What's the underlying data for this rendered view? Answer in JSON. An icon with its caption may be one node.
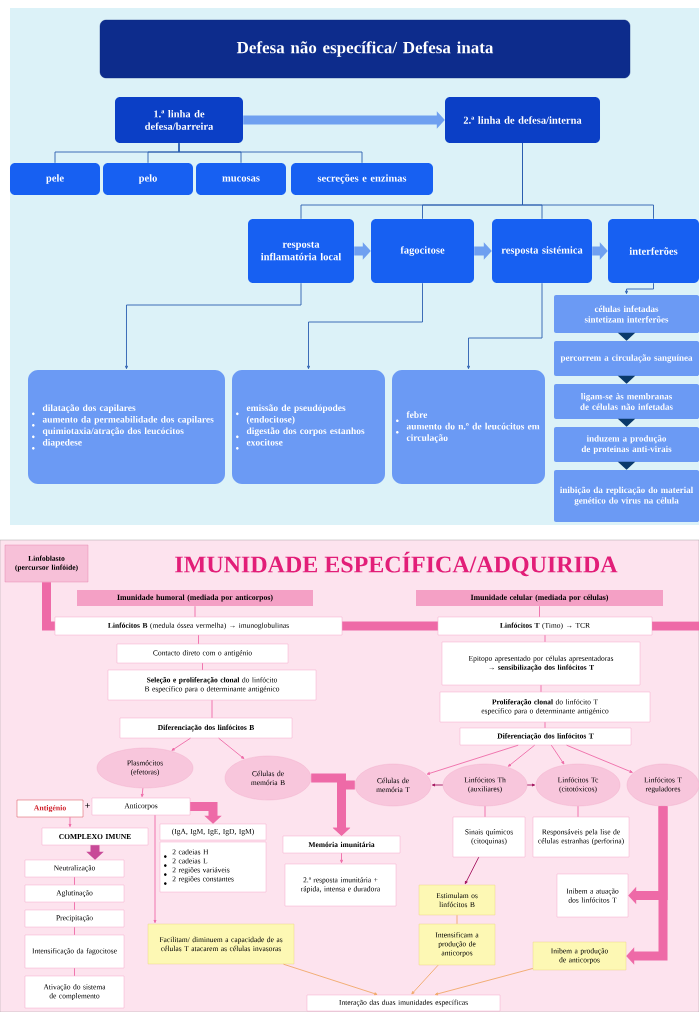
{
  "diagram": {
    "title": "IMUNIDADE ESPECÍFICA/ADQUIRIDA",
    "nodes": [
      {
        "text": [
          "Defesa não específica/ Defesa inata"
        ]
      },
      {
        "text": [
          "1.ª linha de defesa/barreira"
        ]
      },
      {
        "text": [
          "2.ª linha de defesa/interna"
        ]
      },
      {
        "text": [
          "pele"
        ]
      },
      {
        "text": [
          "pelo"
        ]
      },
      {
        "text": [
          "mucosas"
        ]
      },
      {
        "text": [
          "secreções e enzimas"
        ]
      },
      {
        "text": [
          "resposta inflamatória local"
        ]
      },
      {
        "text": [
          "fagocitose"
        ]
      },
      {
        "text": [
          "resposta sistémica"
        ]
      },
      {
        "text": [
          "interferões"
        ]
      },
      {
        "text": [
          "dilatação dos capilares",
          "aumento da permeabilidade dos capilares",
          "quimiotaxia/atração dos leucócitos",
          "diapedese"
        ]
      },
      {
        "text": [
          "emissão de pseudópodes (endocitose)",
          "digestão dos corpos estanhos",
          "exocitose"
        ]
      },
      {
        "text": [
          "febre",
          "aumento do n.º de leucócitos em circulação"
        ]
      },
      {
        "text": [
          "células infetadas sintetizam interferões"
        ]
      },
      {
        "text": [
          "percorrem a circulação sanguínea"
        ]
      },
      {
        "text": [
          "ligam-se às membranas de células não infetadas"
        ]
      },
      {
        "text": [
          "induzem a produção de proteínas anti-virais"
        ]
      },
      {
        "text": [
          "inibição da replicação do material genético do vírus na célula"
        ]
      },
      {
        "text": [
          "Linfoblasto (percursor linfóide)"
        ]
      },
      {
        "text": [
          "Imunidade humoral (mediada por anticorpos)"
        ]
      },
      {
        "text": [
          "Imunidade celular (mediada por células)"
        ]
      },
      {
        "text": [
          "**Linfócitos B** (medula óssea vermelha) → imunoglobulinas"
        ]
      },
      {
        "text": [
          "**Linfócitos T** (Timo) → TCR"
        ]
      },
      {
        "text": [
          "Contacto direto com o antigénio"
        ]
      },
      {
        "text": [
          "**Seleção e proliferação clonal** do linfócito B específico para o determinante antigénico"
        ]
      },
      {
        "text": [
          "Epitopo apresentado por células apresentadoras → **sensibilização dos linfócitos T**"
        ]
      },
      {
        "text": [
          "**Proliferação clonal** do linfócito T específico para o determinante antigénico"
        ]
      },
      {
        "text": [
          "Diferenciação dos linfócitos B"
        ]
      },
      {
        "text": [
          "Diferenciação dos linfócitos T"
        ]
      },
      {
        "text": [
          "Plasmócitos (efetoras)"
        ]
      },
      {
        "text": [
          "Células de memória B"
        ]
      },
      {
        "text": [
          "Células de memória T"
        ]
      },
      {
        "text": [
          "Linfócitos Th (auxiliares)"
        ]
      },
      {
        "text": [
          "Linfócitos Tc (citotóxicos)"
        ]
      },
      {
        "text": [
          "Linfócitos T reguladores"
        ]
      },
      {
        "text": [
          "Antigénio"
        ]
      },
      {
        "text": [
          "Anticorpos"
        ]
      },
      {
        "text": [
          "COMPLEXO IMUNE"
        ]
      },
      {
        "text": [
          "(IgA, IgM, IgE, IgD, IgM)"
        ]
      },
      {
        "text": [
          "2 cadeias H",
          "2 cadeias L",
          "2 regiões variáveis",
          "2 regiões constantes"
        ]
      },
      {
        "text": [
          "Memória imunitária"
        ]
      },
      {
        "text": [
          "2.ª resposta imunitária + rápida, intensa e duradora"
        ]
      },
      {
        "text": [
          "Sinais químicos (citoquinas)"
        ]
      },
      {
        "text": [
          "Responsáveis pela lise de células estranhas (perforina)"
        ]
      },
      {
        "text": [
          "Neutralização"
        ]
      },
      {
        "text": [
          "Aglutinação"
        ]
      },
      {
        "text": [
          "Precipitação"
        ]
      },
      {
        "text": [
          "Intensificação da fagocitose"
        ]
      },
      {
        "text": [
          "Ativação do sistema de complemento"
        ]
      },
      {
        "text": [
          "Facilitam/ diminuem a capacidade de as células T atacarem as células invasoras"
        ]
      },
      {
        "text": [
          "Estimulam os linfócitos B"
        ]
      },
      {
        "text": [
          "Intensificam a produção de anticorpos"
        ]
      },
      {
        "text": [
          "Inibem a atuação dos linfócitos T"
        ]
      },
      {
        "text": [
          "Inibem a produção de anticorpos"
        ]
      },
      {
        "text": [
          "Interação das duas imunidades específicas"
        ]
      }
    ],
    "edges": [
      {
        "from": 1,
        "to": 2,
        "arrow": "to",
        "style": "thick",
        "color": "#6fa0f0"
      },
      {
        "from": 1,
        "to": 3,
        "arrow": "none",
        "color": "#2a5db0"
      },
      {
        "from": 1,
        "to": 4,
        "arrow": "none",
        "color": "#2a5db0"
      },
      {
        "from": 1,
        "to": 5,
        "arrow": "none",
        "color": "#2a5db0"
      },
      {
        "from": 1,
        "to": 6,
        "arrow": "none",
        "color": "#2a5db0"
      },
      {
        "from": 2,
        "to": 7,
        "arrow": "none",
        "color": "#2a5db0"
      },
      {
        "from": 2,
        "to": 8,
        "arrow": "none",
        "color": "#2a5db0"
      },
      {
        "from": 2,
        "to": 9,
        "arrow": "none",
        "color": "#2a5db0"
      },
      {
        "from": 2,
        "to": 10,
        "arrow": "none",
        "color": "#2a5db0"
      },
      {
        "from": 7,
        "to": 8,
        "arrow": "to",
        "style": "thick",
        "color": "#6fa0f0"
      },
      {
        "from": 8,
        "to": 9,
        "arrow": "to",
        "style": "thick",
        "color": "#6fa0f0"
      },
      {
        "from": 9,
        "to": 10,
        "arrow": "to",
        "style": "thick",
        "color": "#6fa0f0"
      },
      {
        "from": 7,
        "to": 11,
        "arrow": "to",
        "color": "#2a5db0"
      },
      {
        "from": 8,
        "to": 12,
        "arrow": "to",
        "color": "#2a5db0"
      },
      {
        "from": 9,
        "to": 13,
        "arrow": "to",
        "color": "#2a5db0"
      },
      {
        "from": 10,
        "to": 14,
        "arrow": "to",
        "color": "#2a5db0"
      },
      {
        "from": 14,
        "to": 15,
        "arrow": "to",
        "style": "thick",
        "color": "#0b3a6b"
      },
      {
        "from": 15,
        "to": 16,
        "arrow": "to",
        "style": "thick",
        "color": "#0b3a6b"
      },
      {
        "from": 16,
        "to": 17,
        "arrow": "to",
        "style": "thick",
        "color": "#0b3a6b"
      },
      {
        "from": 17,
        "to": 18,
        "arrow": "to",
        "style": "thick",
        "color": "#0b3a6b"
      },
      {
        "from": 19,
        "to": 22,
        "arrow": "none",
        "style": "thick"
      },
      {
        "from": 22,
        "to": 23,
        "arrow": "none",
        "style": "thick"
      },
      {
        "from": 20,
        "to": 22,
        "arrow": "none"
      },
      {
        "from": 22,
        "to": 24,
        "arrow": "none"
      },
      {
        "from": 24,
        "to": 25,
        "arrow": "none"
      },
      {
        "from": 25,
        "to": 28,
        "arrow": "none"
      },
      {
        "from": 21,
        "to": 23,
        "arrow": "none"
      },
      {
        "from": 23,
        "to": 26,
        "arrow": "none"
      },
      {
        "from": 26,
        "to": 27,
        "arrow": "none"
      },
      {
        "from": 27,
        "to": 29,
        "arrow": "none"
      },
      {
        "from": 28,
        "to": 30,
        "arrow": "to"
      },
      {
        "from": 28,
        "to": 31,
        "arrow": "to"
      },
      {
        "from": 29,
        "to": 32,
        "arrow": "to"
      },
      {
        "from": 29,
        "to": 33,
        "arrow": "to"
      },
      {
        "from": 29,
        "to": 34,
        "arrow": "to"
      },
      {
        "from": 29,
        "to": 35,
        "arrow": "to"
      },
      {
        "from": 33,
        "to": 32,
        "arrow": "to",
        "color": "#a3125e"
      },
      {
        "from": 33,
        "to": 34,
        "arrow": "to",
        "color": "#a3125e"
      },
      {
        "from": 30,
        "to": 37,
        "arrow": "to"
      },
      {
        "from": 36,
        "to": 38,
        "arrow": "to"
      },
      {
        "from": 37,
        "to": 39,
        "arrow": "to",
        "style": "thick"
      },
      {
        "from": 37,
        "to": 50,
        "arrow": "to"
      },
      {
        "from": 38,
        "to": 45,
        "arrow": "to",
        "style": "thick",
        "color": "#c84a98"
      },
      {
        "from": 45,
        "to": 46,
        "arrow": "none"
      },
      {
        "from": 46,
        "to": 47,
        "arrow": "none"
      },
      {
        "from": 47,
        "to": 48,
        "arrow": "none"
      },
      {
        "from": 48,
        "to": 49,
        "arrow": "none"
      },
      {
        "from": 31,
        "to": 41,
        "arrow": "to",
        "style": "thick"
      },
      {
        "from": 32,
        "to": 41,
        "arrow": "to",
        "style": "thick"
      },
      {
        "from": 41,
        "to": 42,
        "arrow": "to"
      },
      {
        "from": 33,
        "to": 43,
        "arrow": "none"
      },
      {
        "from": 34,
        "to": 44,
        "arrow": "none"
      },
      {
        "from": 43,
        "to": 51,
        "arrow": "to",
        "color": "#a3125e"
      },
      {
        "from": 51,
        "to": 52,
        "arrow": "none",
        "color": "#f0a868"
      },
      {
        "from": 35,
        "to": 53,
        "arrow": "to",
        "style": "thick"
      },
      {
        "from": 35,
        "to": 54,
        "arrow": "to",
        "style": "thick"
      },
      {
        "from": 50,
        "to": 55,
        "arrow": "to",
        "color": "#f0a868"
      },
      {
        "from": 52,
        "to": 55,
        "arrow": "to",
        "color": "#f0a868"
      },
      {
        "from": 54,
        "to": 55,
        "arrow": "to",
        "color": "#f0a868"
      }
    ],
    "labels": [
      "+"
    ]
  }
}
